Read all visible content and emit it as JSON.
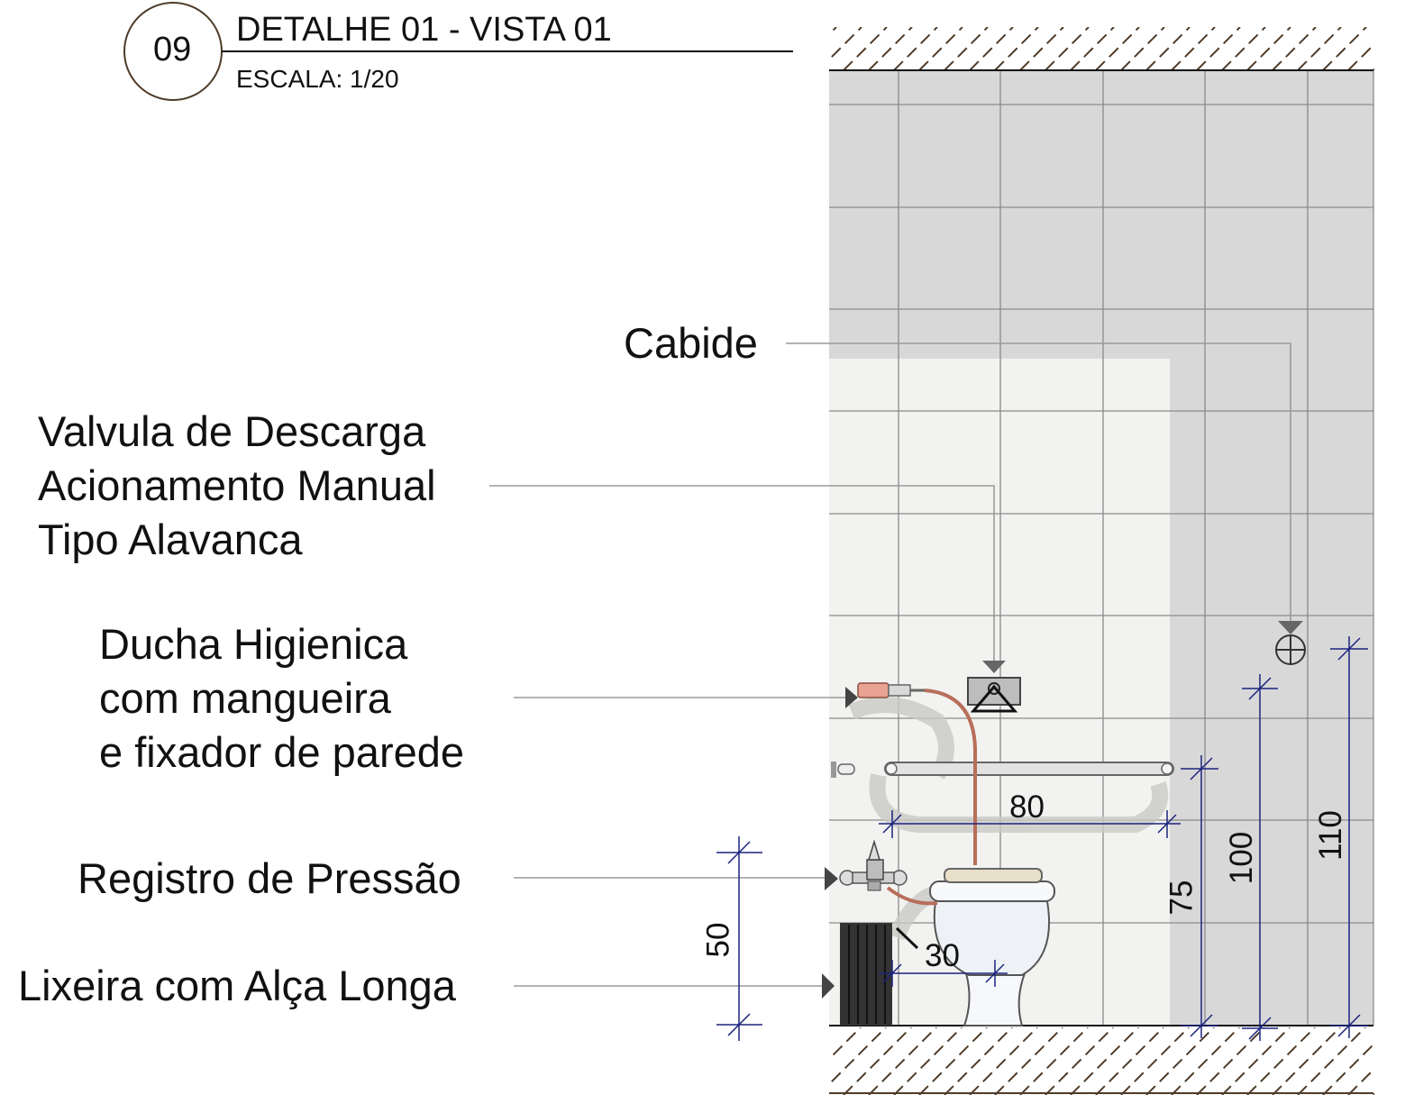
{
  "title": {
    "number": "09",
    "main": "DETALHE 01 - VISTA 01",
    "scale": "ESCALA: 1/20"
  },
  "callouts": {
    "cabide": "Cabide",
    "valvula": [
      "Valvula de Descarga",
      "Acionamento Manual",
      "Tipo Alavanca"
    ],
    "ducha": [
      "Ducha Higienica",
      "com mangueira",
      "e fixador de parede"
    ],
    "registro": "Registro de Pressão",
    "lixeira": "Lixeira com Alça Longa"
  },
  "dimensions": {
    "bar_length": "80",
    "seat_offset": "30",
    "registro_height": "50",
    "bar_height": "75",
    "valve_height": "100",
    "cabide_height": "110"
  },
  "colors": {
    "wall_dark": "#d8d8d8",
    "wall_light": "#f2f3f0",
    "tile_line": "#8a8a8a",
    "dimension": "#1a237e",
    "leader": "#9a9a9a",
    "hatch": "#4e3b2a",
    "hose": "#b86e5a"
  }
}
